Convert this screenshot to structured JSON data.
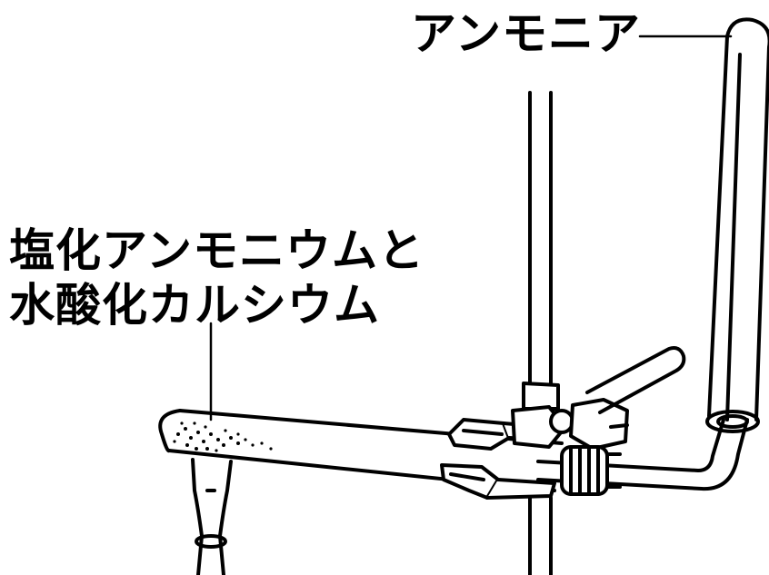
{
  "labels": {
    "ammonia": "アンモニア",
    "reagents_line1": "塩化アンモニウムと",
    "reagents_line2": "水酸化カルシウム"
  },
  "colors": {
    "ink": "#000000",
    "paper": "#ffffff"
  },
  "figure": {
    "subject": "ammonia-preparation-apparatus",
    "parts": [
      "test-tube-with-powder",
      "burner",
      "ring-stand-rod",
      "clamp",
      "delivery-tube",
      "inverted-collection-tube"
    ]
  }
}
